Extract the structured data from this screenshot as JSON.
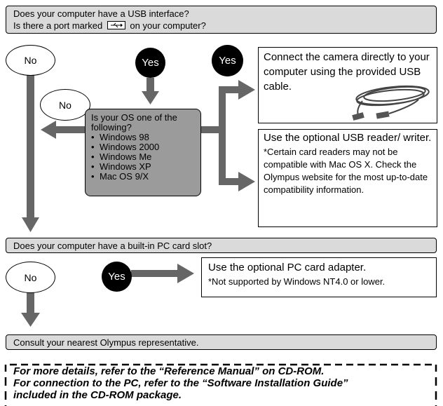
{
  "q1": {
    "line1": "Does your computer have a USB interface?",
    "line2_before": "Is there a port marked",
    "usb_icon": "usb-port-icon",
    "line2_after": "on your computer?"
  },
  "answers": {
    "no_left": "No",
    "yes_center": "Yes",
    "yes_right": "Yes",
    "no_os": "No",
    "no_pc": "No",
    "yes_pc": "Yes"
  },
  "os_box": {
    "question": "Is your OS one of the following?",
    "items": [
      "Windows 98",
      "Windows 2000",
      "Windows Me",
      "Windows XP",
      "Mac OS 9/X"
    ]
  },
  "connect_box": {
    "text": "Connect the camera directly to your computer using the provided USB cable.",
    "cable_icon": "usb-cable-icon"
  },
  "reader_box": {
    "title": "Use the optional USB reader/ writer.",
    "note": "*Certain card readers may not be compatible with Mac OS X. Check the Olympus website for the most up-to-date compatibility information."
  },
  "q2": {
    "text": "Does your computer have a built-in PC card slot?"
  },
  "pccard_box": {
    "title": "Use the optional PC card adapter.",
    "note": "*Not supported by Windows NT4.0 or lower."
  },
  "q3": {
    "text": "Consult your nearest Olympus representative."
  },
  "footer": {
    "line1": "For more details, refer to the “Reference Manual” on CD-ROM.",
    "line2": "For connection to the PC, refer to the “Software Installation Guide”",
    "line3": "included in the CD-ROM package."
  },
  "colors": {
    "bar": "#dadada",
    "arrow": "#666666",
    "os_box": "#9b9b9b"
  }
}
